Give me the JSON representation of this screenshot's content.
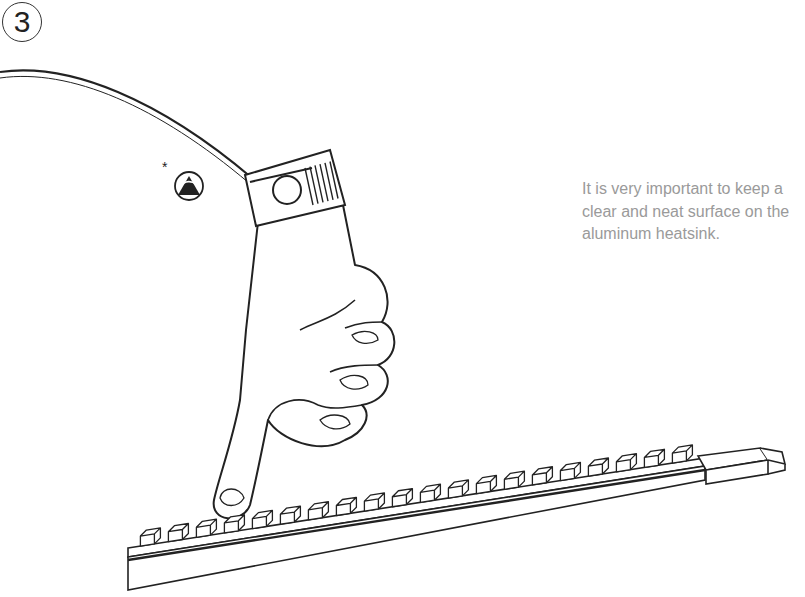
{
  "diagram": {
    "nodes": [
      {
        "text": [
          "3"
        ]
      }
    ],
    "labels": [
      "*",
      "It is very important to keep a clear and neat surface on the aluminum heatsink."
    ]
  }
}
